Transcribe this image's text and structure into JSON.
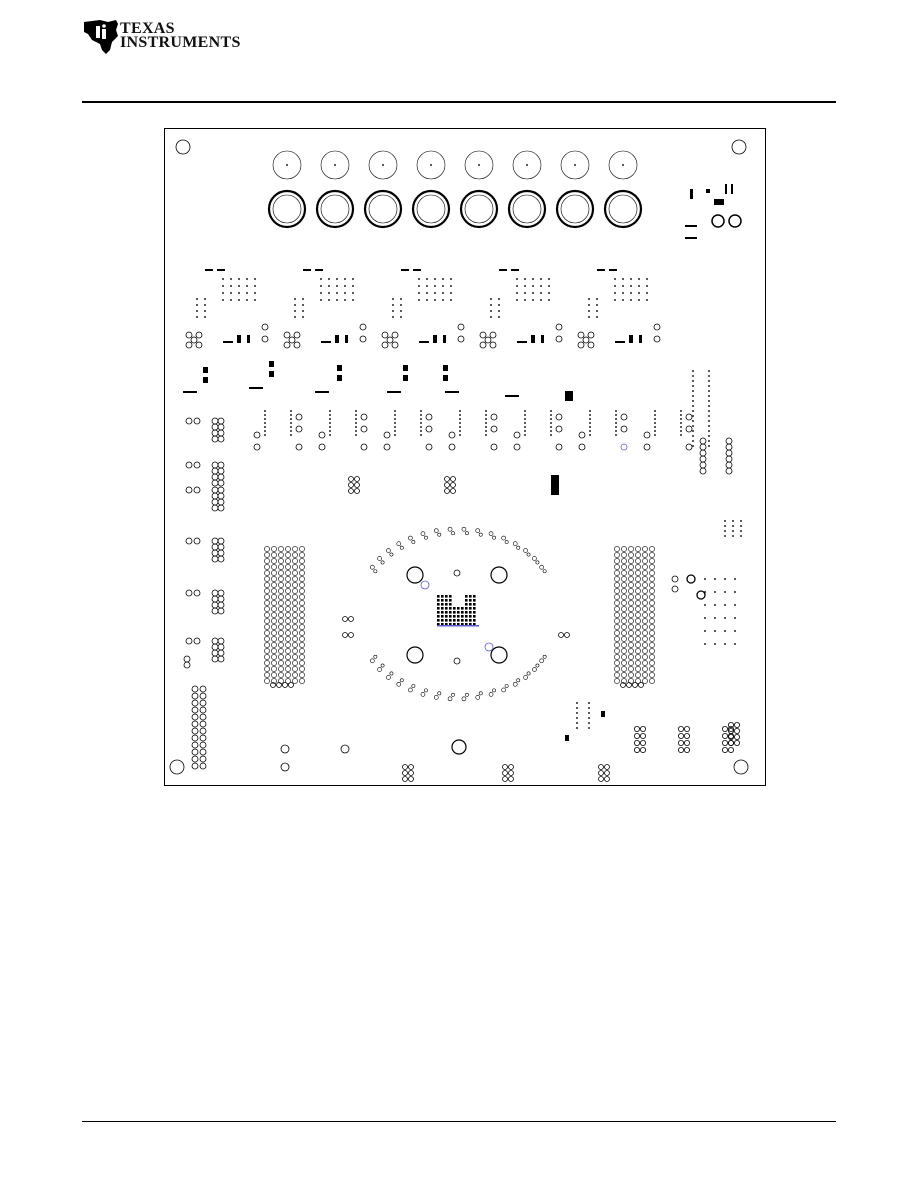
{
  "header": {
    "logo_lines": [
      "TEXAS",
      "INSTRUMENTS"
    ]
  },
  "figure": {
    "board_outline": "pcb-top-layer",
    "colors": {
      "ink": "#000000",
      "accent": "#5b5bd6"
    }
  }
}
